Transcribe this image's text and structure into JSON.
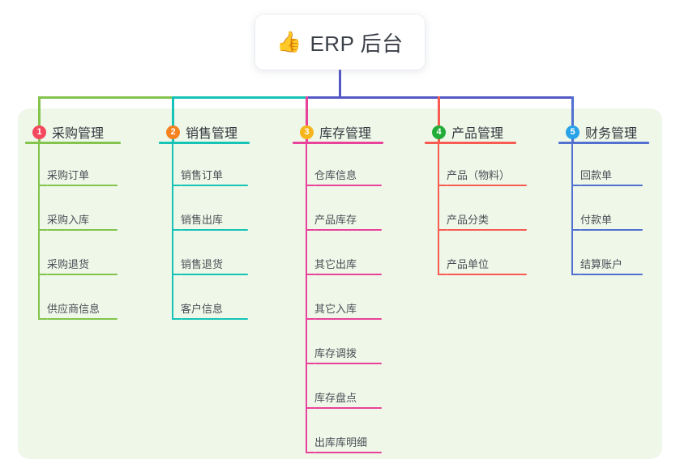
{
  "root": {
    "icon": "thumbs-up-icon",
    "emoji": "👍",
    "title": "ERP 后台"
  },
  "palette": {
    "page_background": "#ffffff",
    "panel_background": "#eef7e8",
    "root_connector": "#5358c4",
    "text": "#33383f",
    "leaf_text": "#4a4f56"
  },
  "branches": [
    {
      "number": "1",
      "title": "采购管理",
      "badge_color": "#f4485f",
      "line_color": "#82c44c",
      "items": [
        {
          "label": "采购订单"
        },
        {
          "label": "采购入库"
        },
        {
          "label": "采购退货"
        },
        {
          "label": "供应商信息"
        }
      ]
    },
    {
      "number": "2",
      "title": "销售管理",
      "badge_color": "#f58220",
      "line_color": "#16c3b7",
      "items": [
        {
          "label": "销售订单"
        },
        {
          "label": "销售出库"
        },
        {
          "label": "销售退货"
        },
        {
          "label": "客户信息"
        }
      ]
    },
    {
      "number": "3",
      "title": "库存管理",
      "badge_color": "#f7b51c",
      "line_color": "#e8429a",
      "items": [
        {
          "label": "仓库信息"
        },
        {
          "label": "产品库存"
        },
        {
          "label": "其它出库"
        },
        {
          "label": "其它入库"
        },
        {
          "label": "库存调拨"
        },
        {
          "label": "库存盘点"
        },
        {
          "label": "出库库明细"
        }
      ]
    },
    {
      "number": "4",
      "title": "产品管理",
      "badge_color": "#22ac38",
      "line_color": "#f85b52",
      "items": [
        {
          "label": "产品（物料）"
        },
        {
          "label": "产品分类"
        },
        {
          "label": "产品单位"
        }
      ]
    },
    {
      "number": "5",
      "title": "财务管理",
      "badge_color": "#29a3e8",
      "line_color": "#5170cf",
      "items": [
        {
          "label": "回款单"
        },
        {
          "label": "付款单"
        },
        {
          "label": "结算账户"
        }
      ]
    }
  ]
}
